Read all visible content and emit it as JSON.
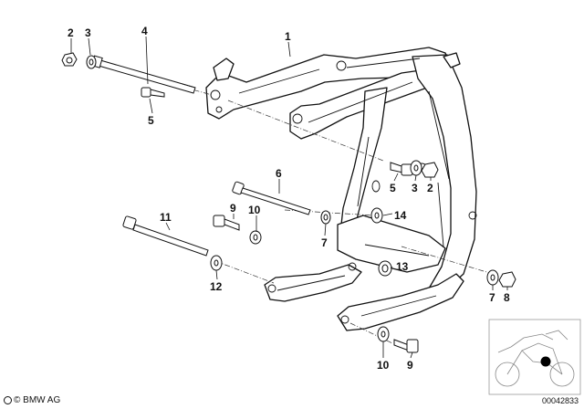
{
  "diagram": {
    "callouts": {
      "c1": "1",
      "c2a": "2",
      "c3a": "3",
      "c4": "4",
      "c5a": "5",
      "c6": "6",
      "c5b": "5",
      "c3b": "3",
      "c2b": "2",
      "c9a": "9",
      "c10a": "10",
      "c11": "11",
      "c7a": "7",
      "c12": "12",
      "c14": "14",
      "c13": "13",
      "c7b": "7",
      "c8": "8",
      "c10b": "10",
      "c9b": "9"
    }
  },
  "footer": {
    "copyright": "© BMW AG",
    "document_number": "00042833"
  },
  "icons": [
    "bmw-logo-icon",
    "motorcycle-locator-icon"
  ]
}
